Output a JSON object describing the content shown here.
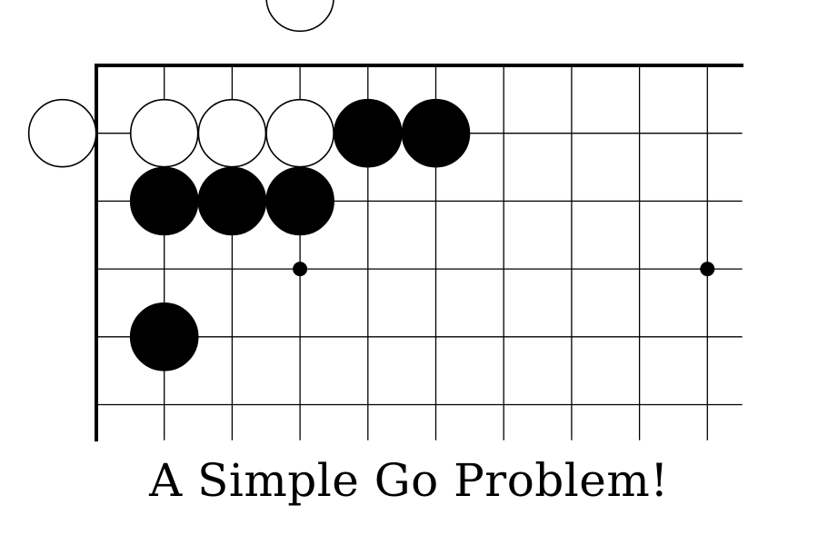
{
  "caption": "A Simple Go Problem!",
  "board": {
    "view": "top-left corner",
    "visible_columns": 10,
    "visible_rows": 6,
    "edges_shown": [
      "top",
      "left"
    ],
    "colors": {
      "black_stone": "#000000",
      "white_stone": "#ffffff",
      "line": "#000000"
    },
    "star_points": [
      {
        "col": 3,
        "row": 3
      },
      {
        "col": 9,
        "row": 3
      }
    ],
    "stones": [
      {
        "color": "white",
        "col": 3,
        "row": -1
      },
      {
        "color": "white",
        "col": -0.5,
        "row": 1
      },
      {
        "color": "white",
        "col": 1,
        "row": 1
      },
      {
        "color": "white",
        "col": 2,
        "row": 1
      },
      {
        "color": "white",
        "col": 3,
        "row": 1
      },
      {
        "color": "black",
        "col": 4,
        "row": 1
      },
      {
        "color": "black",
        "col": 5,
        "row": 1
      },
      {
        "color": "black",
        "col": 1,
        "row": 2
      },
      {
        "color": "black",
        "col": 2,
        "row": 2
      },
      {
        "color": "black",
        "col": 3,
        "row": 2
      },
      {
        "color": "black",
        "col": 1,
        "row": 4
      }
    ]
  }
}
